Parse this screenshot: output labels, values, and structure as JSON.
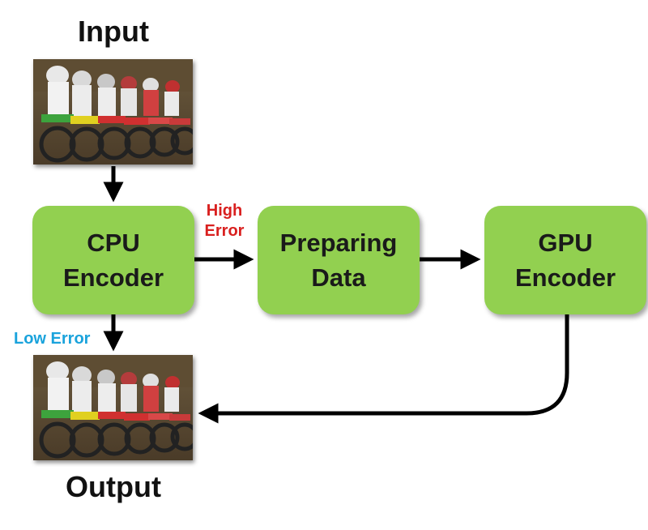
{
  "titles": {
    "input": "Input",
    "output": "Output"
  },
  "images": {
    "input": "motocross riders photo",
    "output": "motocross riders photo"
  },
  "boxes": {
    "cpu": {
      "line1": "CPU",
      "line2": "Encoder"
    },
    "prep": {
      "line1": "Preparing",
      "line2": "Data"
    },
    "gpu": {
      "line1": "GPU",
      "line2": "Encoder"
    }
  },
  "labels": {
    "high_error": {
      "line1": "High",
      "line2": "Error"
    },
    "low_error": "Low Error"
  },
  "colors": {
    "box_fill": "#92d050",
    "high_error": "#d9201f",
    "low_error": "#1aa3dc",
    "arrow": "#000000"
  }
}
